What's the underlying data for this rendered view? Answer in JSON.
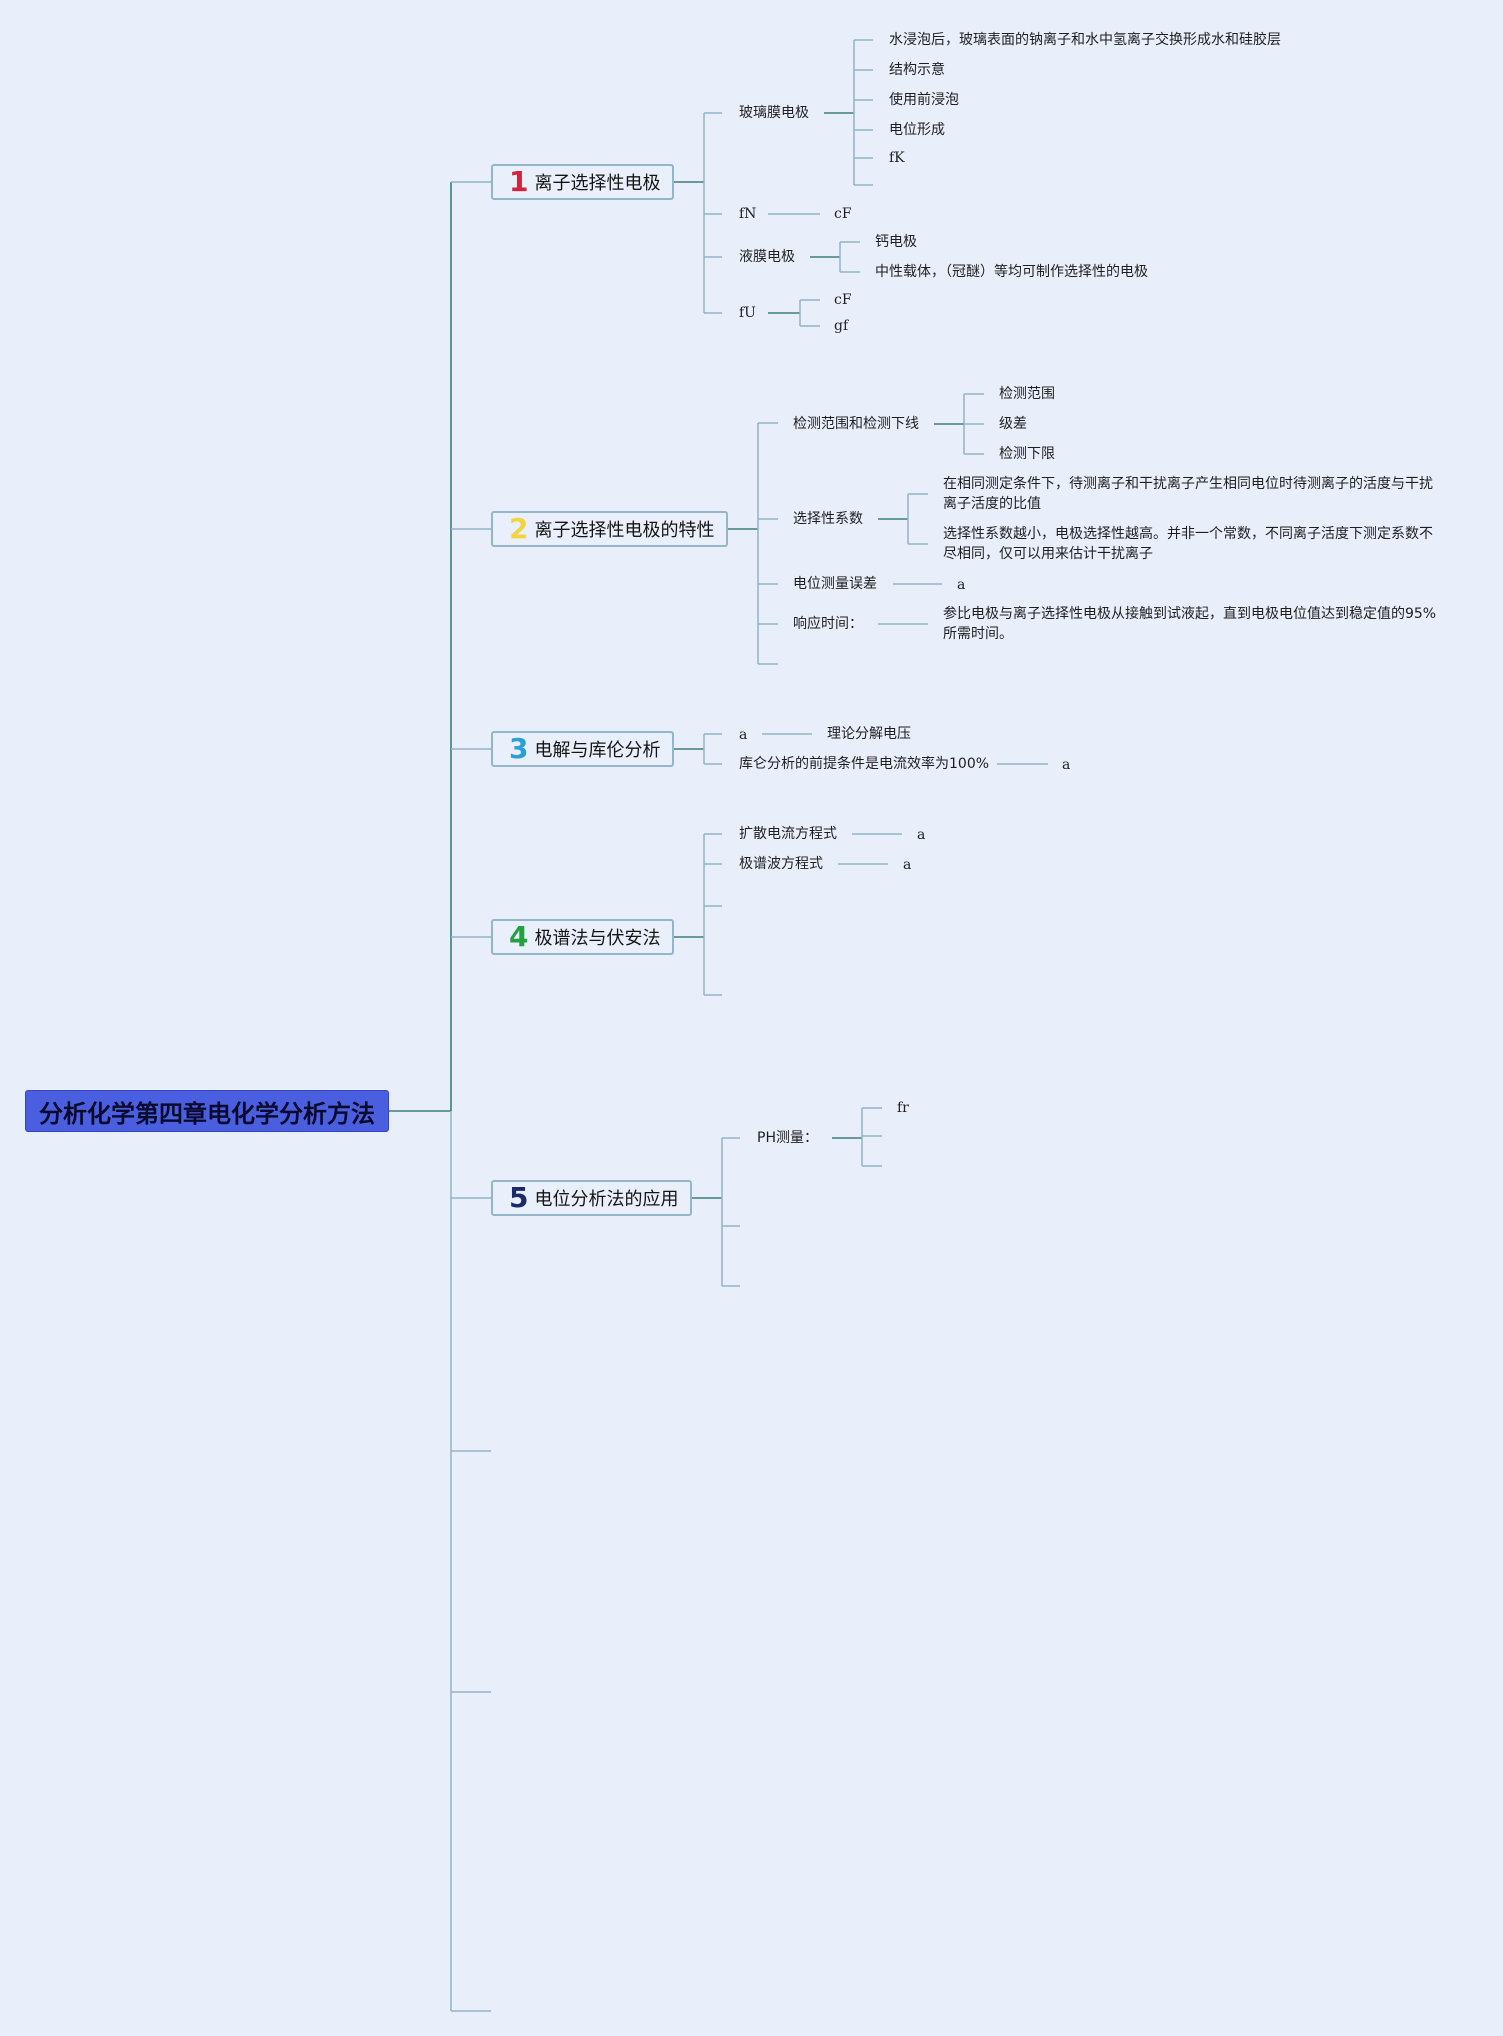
{
  "root": "分析化学第四章电化学分析方法",
  "topics": [
    {
      "num": "1",
      "num_color": "#d6203c",
      "label": "离子选择性电极"
    },
    {
      "num": "2",
      "num_color": "#f0d446",
      "label": "离子选择性电极的特性"
    },
    {
      "num": "3",
      "num_color": "#2b9fd6",
      "label": "电解与库伦分析"
    },
    {
      "num": "4",
      "num_color": "#27a043",
      "label": "极谱法与伏安法"
    },
    {
      "num": "5",
      "num_color": "#1c2a6b",
      "label": "电位分析法的应用"
    }
  ],
  "t1": {
    "glass": "玻璃膜电极",
    "glass_children": [
      "水浸泡后，玻璃表面的钠离子和水中氢离子交换形成水和硅胶层",
      "结构示意",
      "使用前浸泡",
      "电位形成",
      "fK"
    ],
    "fn": "fN",
    "fn_child": "cF",
    "liquid": "液膜电极",
    "liquid_children": [
      "钙电极",
      "中性载体，（冠醚）等均可制作选择性的电极"
    ],
    "fu": "fU",
    "fu_children": [
      "cF",
      "gf"
    ]
  },
  "t2": {
    "range": "检测范围和检测下线",
    "range_children": [
      "检测范围",
      "级差",
      "检测下限"
    ],
    "coef": "选择性系数",
    "coef_children": [
      "在相同测定条件下，待测离子和干扰离子产生相同电位时待测离子的活度与干扰离子活度的比值",
      "选择性系数越小，电极选择性越高。并非一个常数，不同离子活度下测定系数不尽相同，仅可以用来估计干扰离子"
    ],
    "err": "电位测量误差",
    "err_child": "a",
    "resp": "响应时间：",
    "resp_child": "参比电极与离子选择性电极从接触到试液起，直到电极电位值达到稳定值的95%所需时间。"
  },
  "t3": {
    "a": "a",
    "a_child": "理论分解电压",
    "coul": "库仑分析的前提条件是电流效率为100%",
    "coul_child": "a"
  },
  "t4": {
    "diff": "扩散电流方程式",
    "diff_child": "a",
    "wave": "极谱波方程式",
    "wave_child": "a"
  },
  "t5": {
    "ph": "PH测量：",
    "ph_child": "fr"
  }
}
